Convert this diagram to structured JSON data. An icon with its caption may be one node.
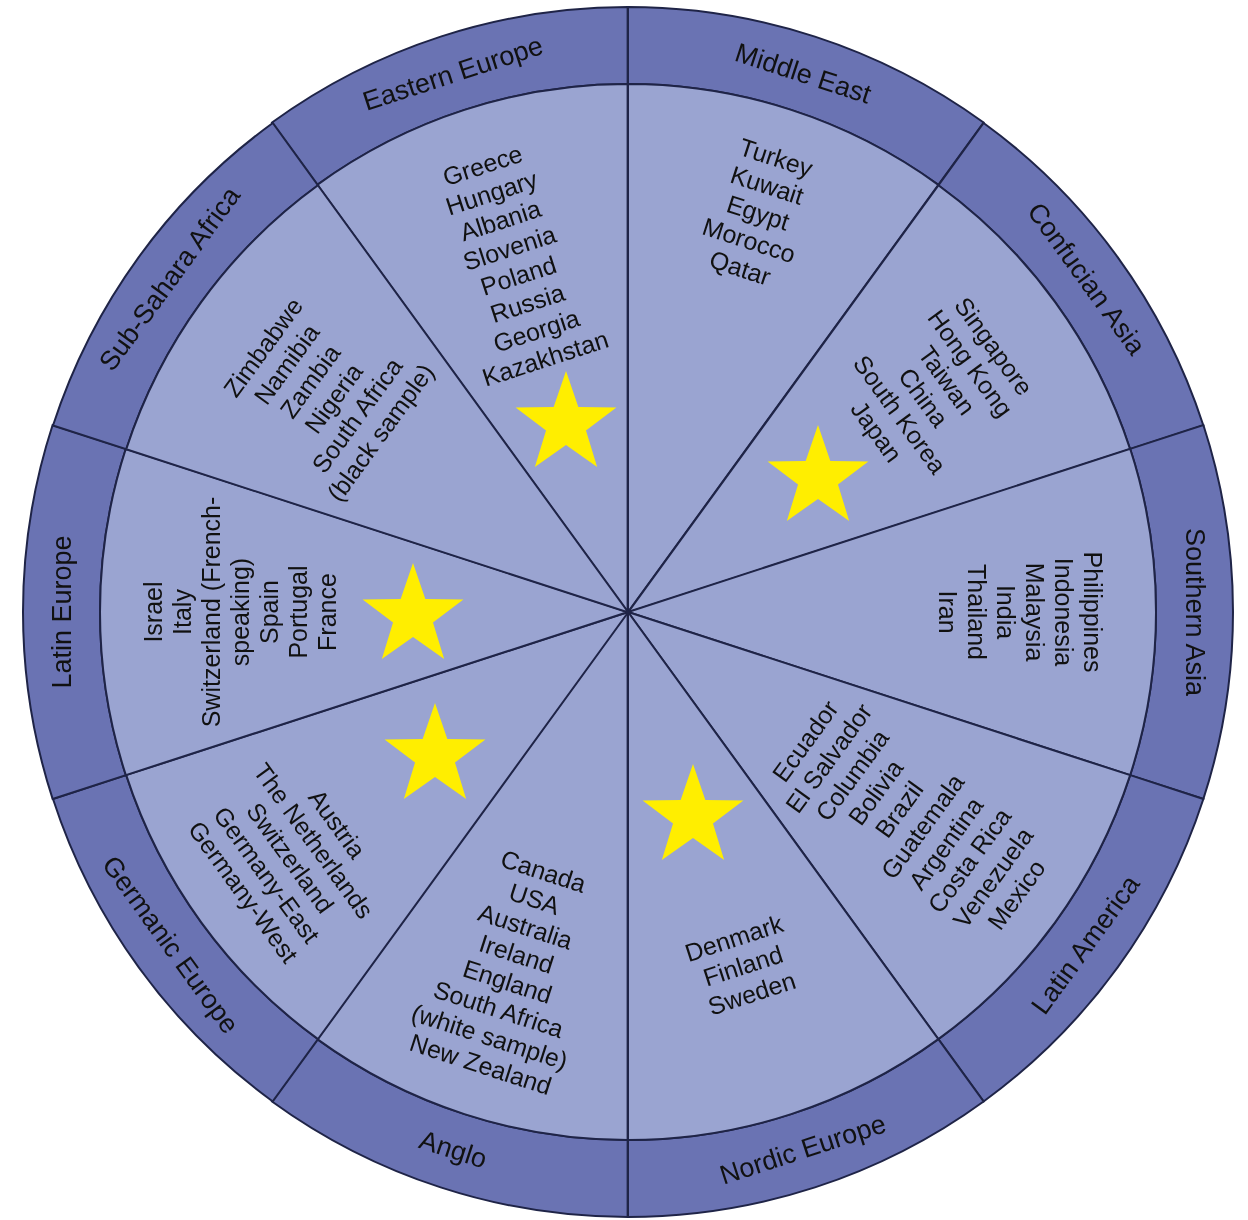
{
  "diagram": {
    "nodes": [
      {
        "text": [
          "Eastern Europe",
          "Greece",
          "Hungary",
          "Albania",
          "Slovenia",
          "Poland",
          "Russia",
          "Georgia",
          "Kazakhstan"
        ]
      },
      {
        "text": [
          "Middle East",
          "Turkey",
          "Kuwait",
          "Egypt",
          "Morocco",
          "Qatar"
        ]
      },
      {
        "text": [
          "Confucian Asia",
          "Singapore",
          "Hong Kong",
          "Taiwan",
          "China",
          "South Korea",
          "Japan"
        ]
      },
      {
        "text": [
          "Southern Asia",
          "Philippines",
          "Indonesia",
          "Malaysia",
          "India",
          "Thailand",
          "Iran"
        ]
      },
      {
        "text": [
          "Latin America",
          "Ecuador",
          "El Salvador",
          "Columbia",
          "Bolivia",
          "Brazil",
          "Guatemala",
          "Argentina",
          "Costa Rica",
          "Venezuela",
          "Mexico"
        ]
      },
      {
        "text": [
          "Nordic Europe",
          "Denmark",
          "Finland",
          "Sweden"
        ]
      },
      {
        "text": [
          "Anglo",
          "Canada",
          "USA",
          "Australia",
          "Ireland",
          "England",
          "South Africa (white sample)",
          "New Zealand"
        ]
      },
      {
        "text": [
          "Germanic Europe",
          "Austria",
          "The Netherlands",
          "Switzerland",
          "Germany-East",
          "Germany-West"
        ]
      },
      {
        "text": [
          "Latin Europe",
          "Israel",
          "Italy",
          "Switzerland (French-speaking)",
          "Spain",
          "Portugal",
          "France"
        ]
      },
      {
        "text": [
          "Sub-Sahara Africa",
          "Zimbabwe",
          "Namibia",
          "Zambia",
          "Nigeria",
          "South Africa (black sample)"
        ]
      }
    ]
  }
}
